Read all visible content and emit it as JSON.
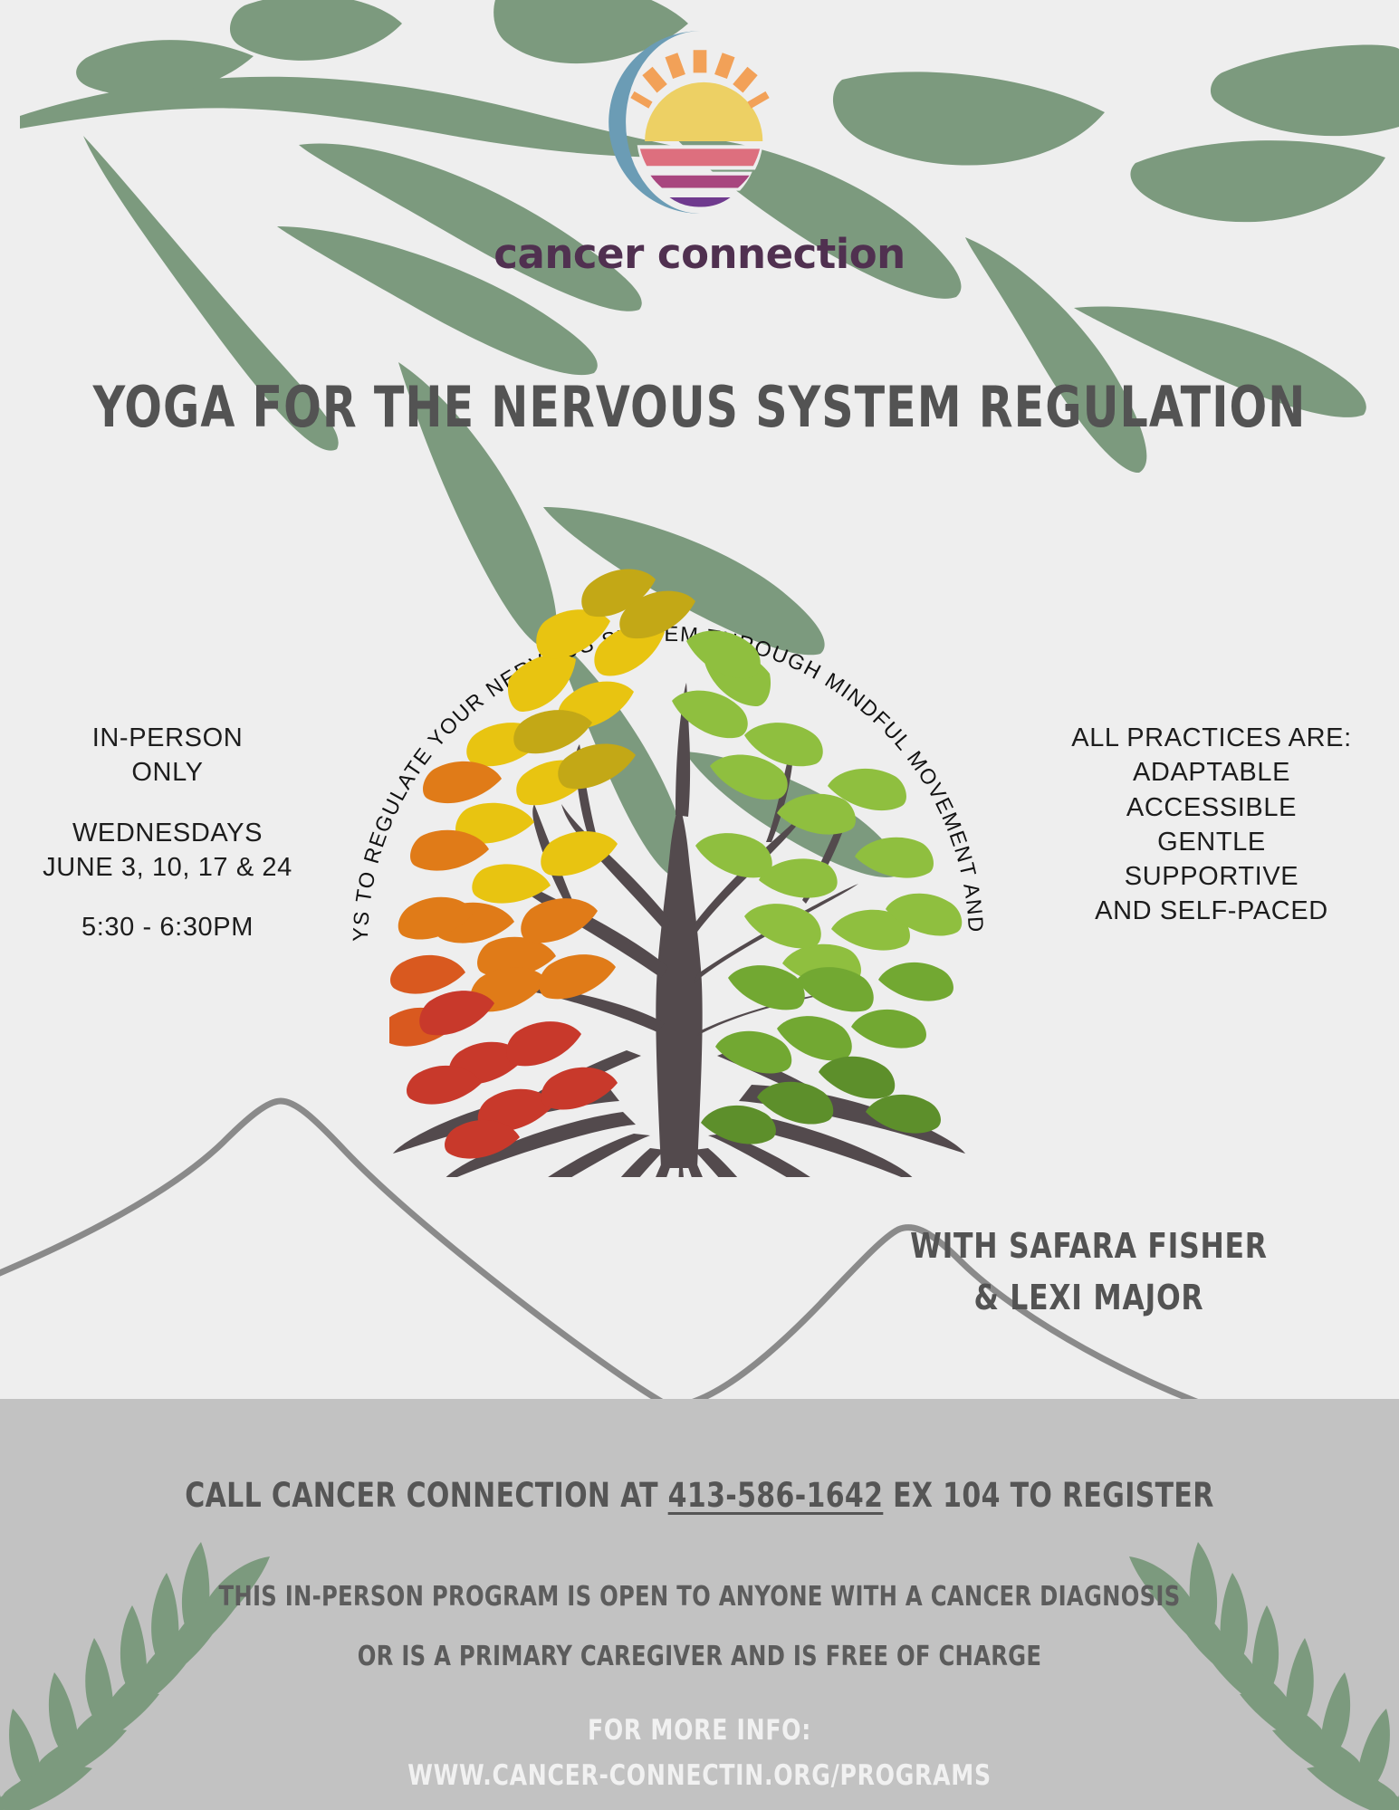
{
  "brand": {
    "name": "cancer connection",
    "logo_icon": "sunrise-moon-logo",
    "colors": {
      "moon": "#6b9cb5",
      "sun_rays": "#f2a158",
      "sun_body": "#edd064",
      "band_pink": "#dd6f7e",
      "band_magenta": "#a8467f",
      "band_purple": "#6f3a8e",
      "wordmark": "#503050"
    }
  },
  "headline": "YOGA FOR THE NERVOUS SYSTEM REGULATION",
  "arc_caption": "EXPLORE WAYS TO REGULATE YOUR NERVOUS SYSTEM THROUGH MINDFUL MOVEMENT AND AWARENESS.",
  "schedule": {
    "format_line1": "IN-PERSON",
    "format_line2": "ONLY",
    "day": "WEDNESDAYS",
    "dates": "JUNE 3, 10, 17 &  24",
    "time": "5:30 - 6:30PM"
  },
  "practices": {
    "heading": "ALL PRACTICES ARE:",
    "items": [
      "ADAPTABLE",
      "ACCESSIBLE",
      "GENTLE",
      "SUPPORTIVE",
      "AND SELF-PACED"
    ]
  },
  "instructors": {
    "line1": "WITH SAFARA FISHER",
    "line2": "& LEXI MAJOR"
  },
  "footer": {
    "register_prefix": "CALL CANCER CONNECTION AT ",
    "register_phone": "413-586-1642",
    "register_suffix": " EX 104 TO REGISTER",
    "eligibility_line1": "THIS IN-PERSON PROGRAM IS OPEN TO ANYONE WITH A CANCER DIAGNOSIS",
    "eligibility_line2": "OR IS A PRIMARY CAREGIVER AND IS FREE OF CHARGE",
    "info_label": "FOR MORE INFO:",
    "info_url": "WWW.CANCER-CONNECTIN.ORG/PROGRAMS"
  },
  "decor": {
    "leaf_green": "#7c9a7e",
    "band_bg": "#c2c2c2",
    "page_bg": "#eeeeee",
    "mountain_stroke": "#8a8a8a",
    "trunk": "#534a4d",
    "canopy_colors": [
      "#c8392b",
      "#d9591f",
      "#e07b18",
      "#e8a617",
      "#e8c411",
      "#c3a816",
      "#8fbf3f",
      "#72a832",
      "#5d8f2b"
    ]
  }
}
